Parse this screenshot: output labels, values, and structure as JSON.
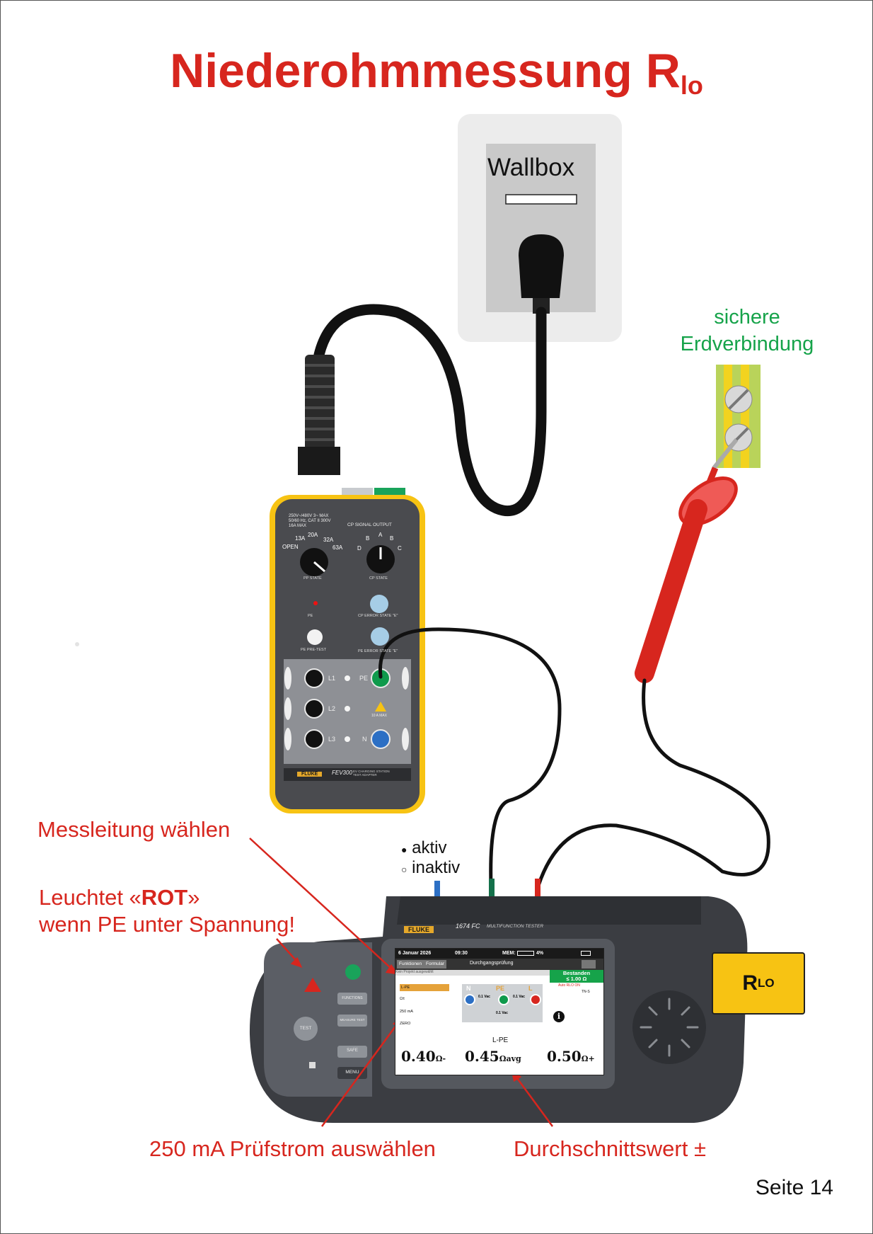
{
  "title": {
    "main": "Niederohmmessung R",
    "sub": "lo"
  },
  "wallbox": {
    "label": "Wallbox"
  },
  "earth_note": {
    "line1": "sichere",
    "line2": "Erdverbindung"
  },
  "notes": {
    "select_lead": "Messleitung wählen",
    "led_line1_pre": "Leuchtet «",
    "led_line1_bold": "ROT",
    "led_line1_post": "»",
    "led_line2": "wenn PE unter Spannung!",
    "current": "250 mA Prüfstrom auswählen",
    "average": "Durchschnittswert ±"
  },
  "legend": {
    "active": "aktiv",
    "inactive": "inaktiv",
    "active_symbol": "●",
    "inactive_symbol": "○"
  },
  "rlo_button": {
    "main": "R",
    "sub": "LO"
  },
  "page_number": "Seite 14",
  "adapter": {
    "brand": "FLUKE",
    "model": "FEV300",
    "model_desc": "EV CHARGING STATION TEST ADAPTER",
    "ratings": [
      "250V~/480V 3~ MAX",
      "50/60 Hz, CAT II 300V",
      "16A MAX"
    ],
    "cp_signal_output": "CP SIGNAL OUTPUT",
    "pp_positions": [
      "OPEN",
      "13A",
      "20A",
      "32A",
      "63A"
    ],
    "cp_positions": [
      "D",
      "B",
      "A",
      "B",
      "C"
    ],
    "pp_state": "PP STATE",
    "cp_state": "CP STATE",
    "pe_label": "PE",
    "cp_error": "CP ERROR STATE \"E\"",
    "pe_pretest": "PE PRE-TEST",
    "pe_error": "PE ERROR STATE \"E\"",
    "terminals": [
      "L1",
      "L2",
      "L3",
      "PE",
      "N"
    ],
    "max_label": "10 A MAX"
  },
  "tester": {
    "brand": "FLUKE",
    "model": "1674 FC",
    "model_desc": "MULTIFUNCTION TESTER",
    "keys": [
      "FUNCTIONS",
      "MEASURE TEST",
      "SAFE",
      "MENU"
    ],
    "test_button": "TEST",
    "screen": {
      "date": "6 Januar 2026",
      "time": "09:30",
      "memory": "MEM:",
      "memory_pct": "4%",
      "tabs": [
        "Funktionen",
        "Formular"
      ],
      "function_title": "Durchgangsprüfung",
      "status": "Kein Projekt ausgewählt",
      "result_line1": "Bestanden",
      "result_line2": "≤ 1.00 Ω",
      "auto_rlo": "Auto RLO ON",
      "system": "TN-S",
      "menu": [
        "L-PE",
        "Ω±",
        "250 mA",
        "ZERO"
      ],
      "terminals": [
        "N",
        "PE",
        "L"
      ],
      "voltages": [
        "0.1 Vac",
        "0.1 Vac",
        "0.1 Vac"
      ],
      "measure_label": "L-PE",
      "values": [
        {
          "value": "0.40",
          "unit": "Ω-"
        },
        {
          "value": "0.45",
          "unit": "Ωavg"
        },
        {
          "value": "0.50",
          "unit": "Ω+"
        }
      ]
    }
  },
  "colors": {
    "title_red": "#d7261e",
    "note_green": "#16a34a",
    "fluke_yellow": "#f7c313",
    "tester_body": "#3b3d42"
  }
}
